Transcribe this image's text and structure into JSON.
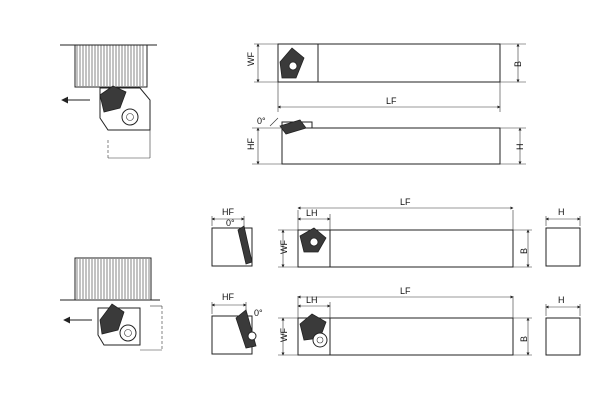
{
  "labels": {
    "wf": "WF",
    "b": "B",
    "lf": "LF",
    "hf": "HF",
    "h": "H",
    "lh": "LH",
    "angle": "0°"
  }
}
